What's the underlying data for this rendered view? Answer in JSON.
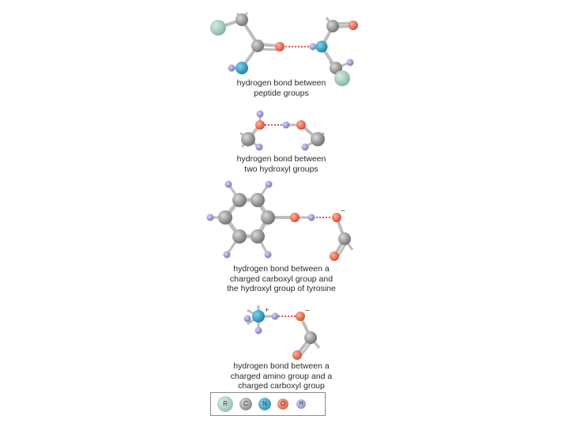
{
  "diagrams": [
    {
      "caption": [
        "hydrogen bond between",
        "peptide groups"
      ]
    },
    {
      "caption": [
        "hydrogen bond between",
        "two hydroxyl groups"
      ]
    },
    {
      "caption": [
        "hydrogen bond between a",
        "charged carboxyl group and",
        "the hydroxyl group of tyrosine"
      ]
    },
    {
      "caption": [
        "hydrogen bond between a",
        "charged amino group and a",
        "charged carboxyl group"
      ]
    }
  ],
  "charges": {
    "negative": "−",
    "positive": "+"
  },
  "legend": {
    "items": [
      {
        "symbol": "R",
        "color": "#a9cfbf"
      },
      {
        "symbol": "C",
        "color": "#8f8f8f"
      },
      {
        "symbol": "N",
        "color": "#2a9fc4"
      },
      {
        "symbol": "O",
        "color": "#f07256"
      },
      {
        "symbol": "H",
        "color": "#9a9ad6"
      }
    ]
  }
}
